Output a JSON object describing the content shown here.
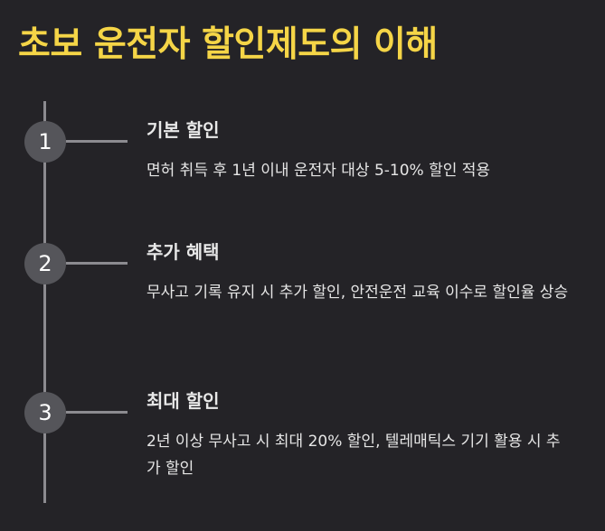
{
  "page": {
    "title": "초보 운전자 할인제도의 이해"
  },
  "colors": {
    "background": "#242327",
    "title": "#f5d547",
    "text": "#e6e6e6",
    "line": "#8c8b90",
    "circle": "#55555a"
  },
  "steps": [
    {
      "number": "1",
      "heading": "기본 할인",
      "description": "면허 취득 후 1년 이내 운전자 대상 5-10% 할인 적용"
    },
    {
      "number": "2",
      "heading": "추가 혜택",
      "description": "무사고 기록 유지 시 추가 할인, 안전운전 교육 이수로 할인율 상승"
    },
    {
      "number": "3",
      "heading": "최대 할인",
      "description": "2년 이상 무사고 시 최대 20% 할인, 텔레매틱스 기기 활용 시 추가 할인"
    }
  ]
}
